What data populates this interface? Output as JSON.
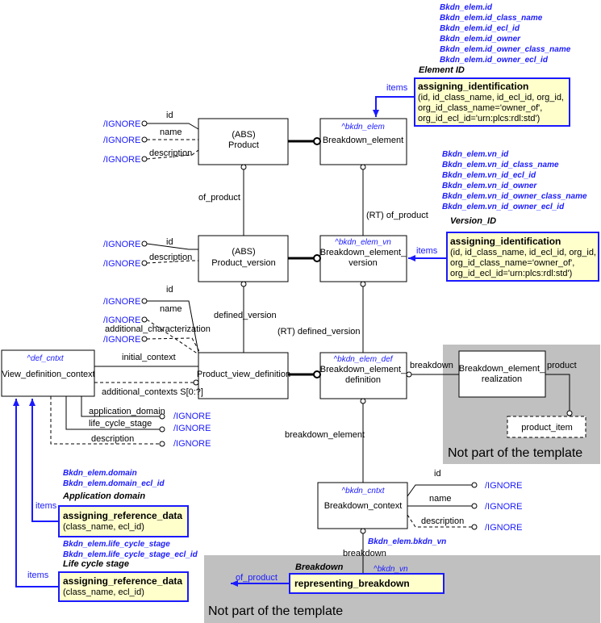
{
  "entities": {
    "product": {
      "abs": "(ABS)",
      "name": "Product"
    },
    "breakdown_element": {
      "ref": "^bkdn_elem",
      "name": "Breakdown_element"
    },
    "product_version": {
      "abs": "(ABS)",
      "name": "Product_version"
    },
    "breakdown_element_version": {
      "ref": "^bkdn_elem_vn",
      "line1": "Breakdown_element_",
      "line2": "version"
    },
    "view_definition_context": {
      "ref": "^def_cntxt",
      "name": "View_definition_context"
    },
    "product_view_definition": {
      "name": "Product_view_definition"
    },
    "breakdown_element_definition": {
      "ref": "^bkdn_elem_def",
      "line1": "Breakdown_element_",
      "line2": "definition"
    },
    "breakdown_element_realization": {
      "line1": "Breakdown_element_",
      "line2": "realization"
    },
    "product_item": {
      "name": "product_item"
    },
    "breakdown_context": {
      "ref": "^bkdn_cntxt",
      "name": "Breakdown_context"
    }
  },
  "relations": {
    "id": "id",
    "name": "name",
    "description": "description",
    "of_product": "of_product",
    "rt_of_product": "(RT) of_product",
    "defined_version": "defined_version",
    "rt_defined_version": "(RT) defined_version",
    "additional_characterization": "additional_characterization",
    "initial_context": "initial_context",
    "additional_contexts": "additional_contexts S[0:?]",
    "application_domain": "application_domain",
    "life_cycle_stage": "life_cycle_stage",
    "breakdown": "breakdown",
    "product": "product",
    "breakdown_element": "breakdown_element",
    "breakdown_lower": "breakdown",
    "items": "items",
    "of_product_tpl": "of_product"
  },
  "ignore_label": "/IGNORE",
  "element_id": {
    "ref_prefix": "Bkdn_elem",
    "refs": [
      ".id",
      ".id_class_name",
      ".id_ecl_id",
      ".id_owner",
      ".id_owner_class_name",
      ".id_owner_ecl_id"
    ],
    "heading": "Element ID",
    "template": "assigning_identification",
    "params": [
      "(id, id_class_name, id_ecl_id, org_id,",
      "org_id_class_name='owner_of',",
      "org_id_ecl_id='urn:plcs:rdl:std')"
    ]
  },
  "version_id": {
    "ref_prefix": "Bkdn_elem",
    "refs": [
      ".vn_id",
      ".vn_id_class_name",
      ".vn_id_ecl_id",
      ".vn_id_owner",
      ".vn_id_owner_class_name",
      ".vn_id_owner_ecl_id"
    ],
    "heading": "Version_ID",
    "template": "assigning_identification",
    "params": [
      "(id, id_class_name, id_ecl_id, org_id,",
      "org_id_class_name='owner_of',",
      "org_id_ecl_id='urn:plcs:rdl:std')"
    ]
  },
  "application_domain": {
    "ref_prefix": "Bkdn_elem",
    "refs": [
      ".domain",
      ".domain_ecl_id"
    ],
    "heading": "Application domain",
    "template": "assigning_reference_data",
    "params": "(class_name, ecl_id)"
  },
  "life_cycle": {
    "ref_prefix": "Bkdn_elem",
    "refs": [
      ".life_cycle_stage",
      ".life_cycle_stage_ecl_id"
    ],
    "heading": "Life cycle stage",
    "template": "assigning_reference_data",
    "params": "(class_name, ecl_id)"
  },
  "breakdown_ref": {
    "prefix": "Bkdn_elem",
    "suffix": ".bkdn_vn"
  },
  "breakdown_heading": "Breakdown",
  "breakdown_tpl_ref": "^bkdn_vn",
  "representing_breakdown": "representing_breakdown",
  "not_part": "Not part of the template",
  "colors": {
    "template_fill": "#ffffcc",
    "blue": "#1a1aff",
    "grey": "#c0c0c0"
  }
}
